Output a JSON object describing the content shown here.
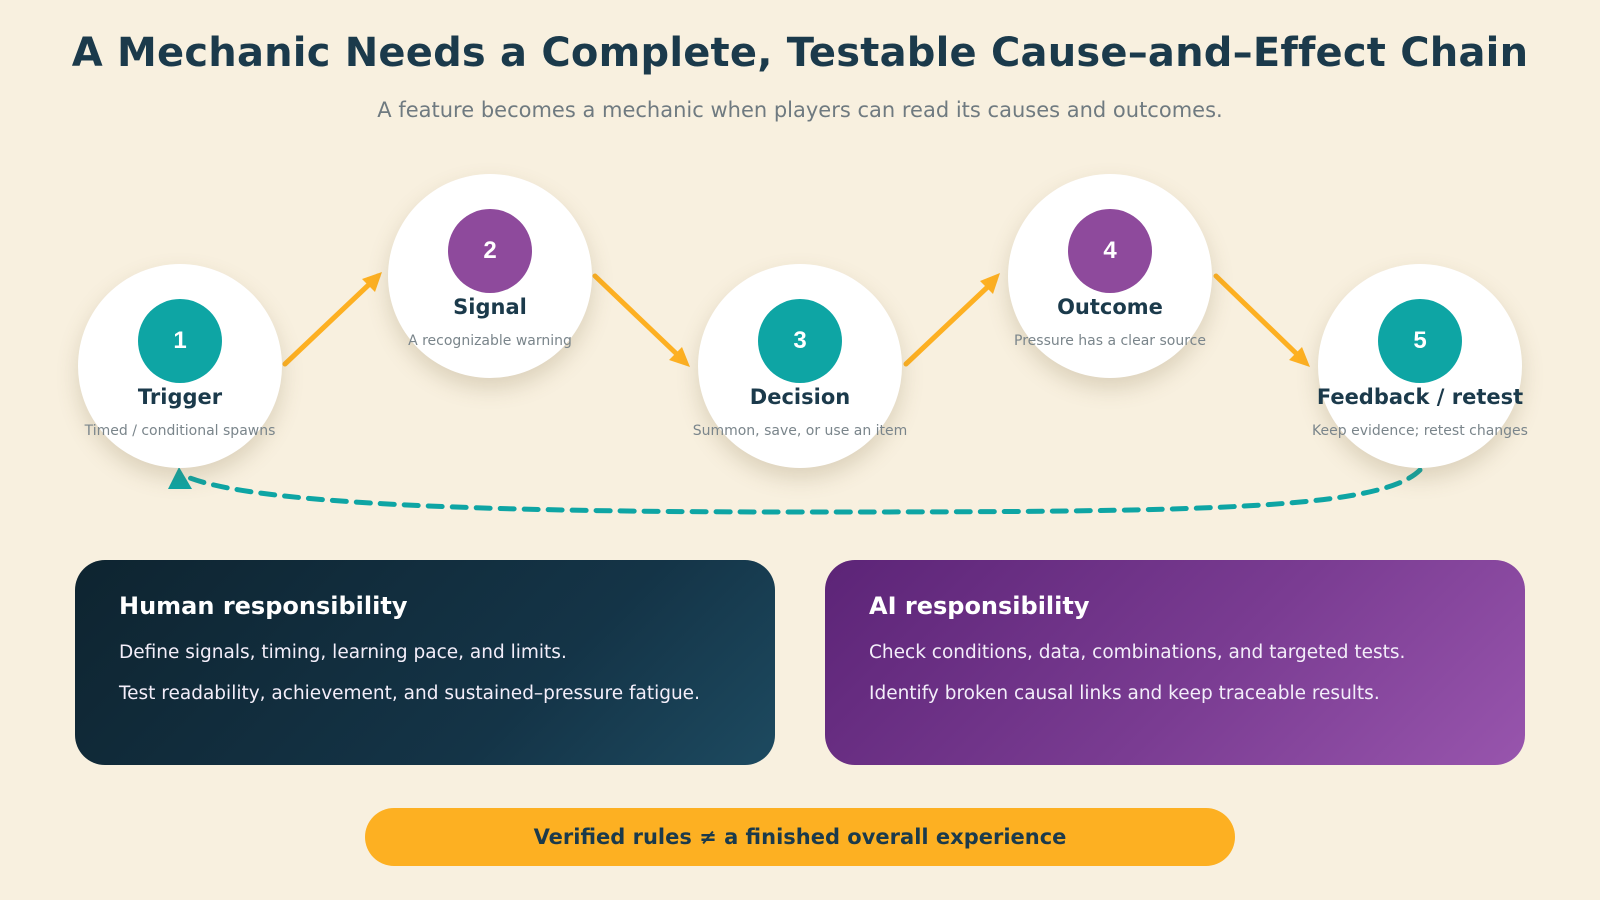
{
  "title": "A Mechanic Needs a Complete, Testable Cause–and–Effect Chain",
  "subtitle": "A feature becomes a mechanic when players can read its causes and outcomes.",
  "colors": {
    "background": "#f8f0df",
    "teal": "#0ea5a4",
    "purple": "#8e4a9c",
    "arrow": "#fdb022",
    "dark_text": "#1b3a4b"
  },
  "steps": [
    {
      "number": "1",
      "label": "Trigger",
      "description": "Timed / conditional spawns",
      "color": "teal"
    },
    {
      "number": "2",
      "label": "Signal",
      "description": "A recognizable warning",
      "color": "purple"
    },
    {
      "number": "3",
      "label": "Decision",
      "description": "Summon, save, or use an item",
      "color": "teal"
    },
    {
      "number": "4",
      "label": "Outcome",
      "description": "Pressure has a clear source",
      "color": "purple"
    },
    {
      "number": "5",
      "label": "Feedback / retest",
      "description": "Keep evidence; retest changes",
      "color": "teal"
    }
  ],
  "human": {
    "title": "Human responsibility",
    "lines": [
      "Define signals, timing, learning pace, and limits.",
      "Test readability, achievement, and sustained–pressure fatigue."
    ]
  },
  "ai": {
    "title": "AI responsibility",
    "lines": [
      "Check conditions, data, combinations, and targeted tests.",
      "Identify broken causal links and keep traceable results."
    ]
  },
  "banner": "Verified rules ≠ a finished overall experience"
}
